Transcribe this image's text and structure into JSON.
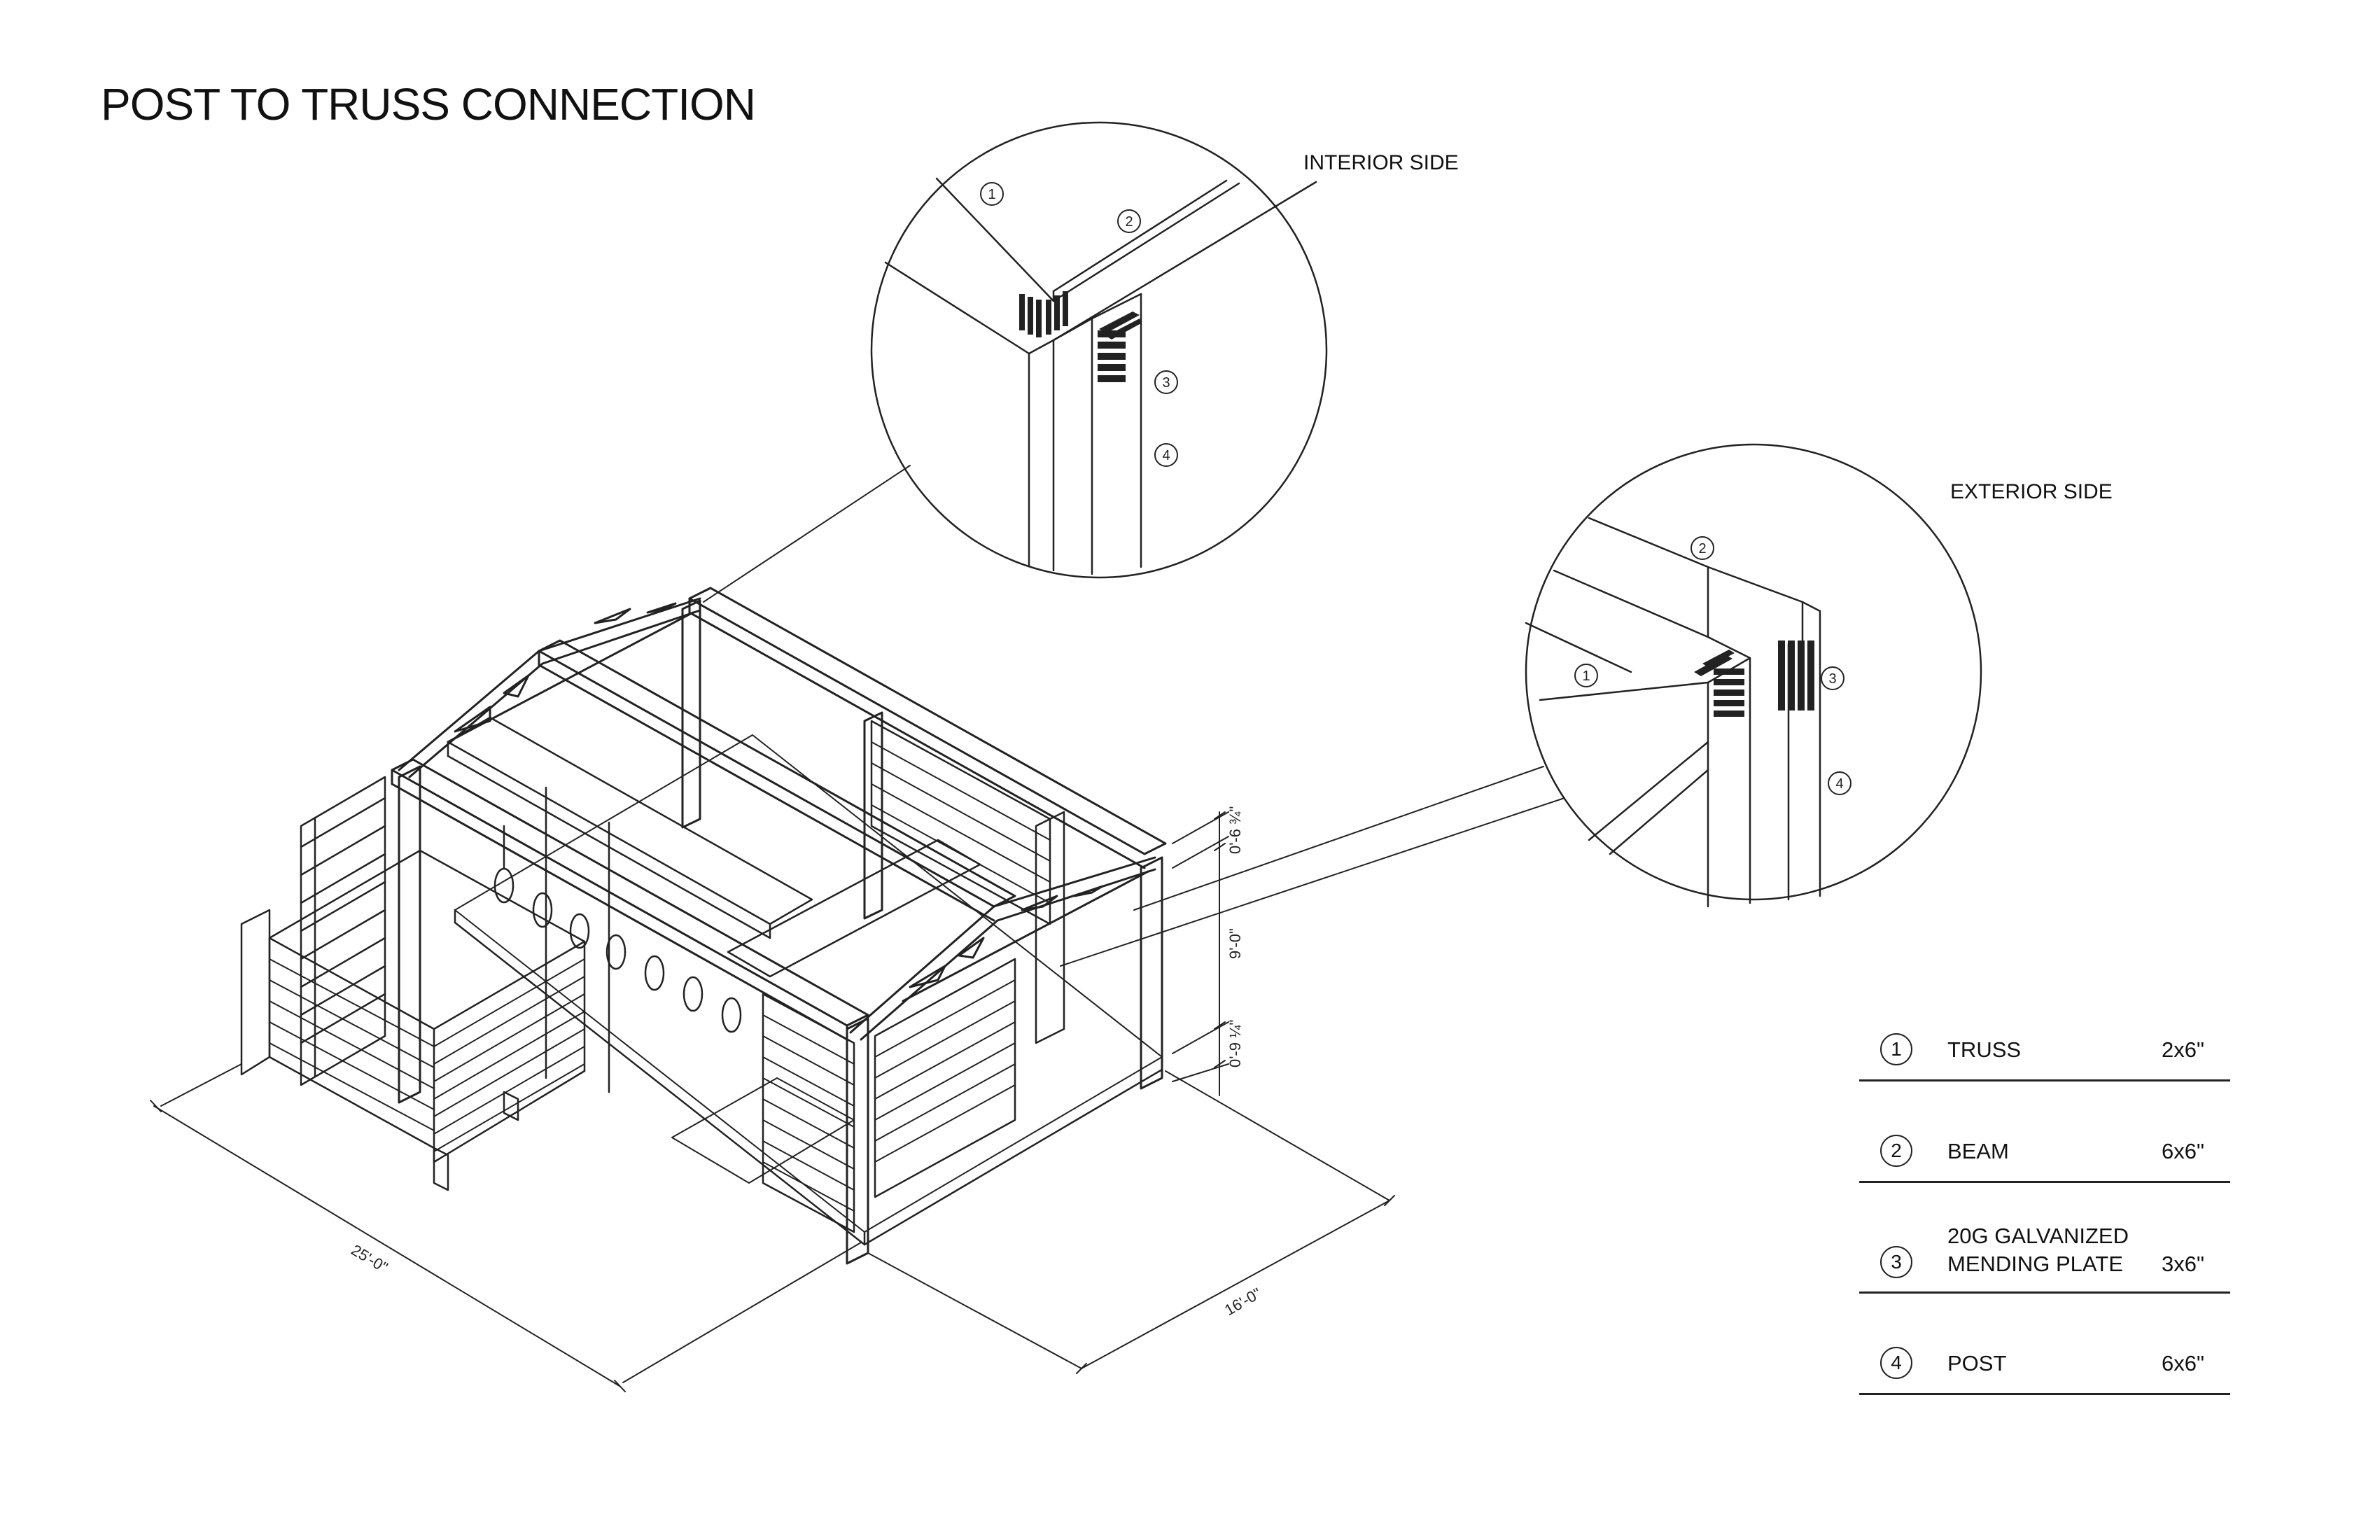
{
  "title": "POST TO TRUSS CONNECTION",
  "callouts": {
    "interior_label": "INTERIOR SIDE",
    "exterior_label": "EXTERIOR SIDE"
  },
  "dimensions": {
    "width": "25'-0\"",
    "depth": "16'-0\"",
    "height": "9'-0\"",
    "top_offset": "0'-6 ¾\"",
    "bottom_offset": "0'-9 ¼\""
  },
  "legend": [
    {
      "num": "1",
      "name": "TRUSS",
      "size": "2x6\""
    },
    {
      "num": "2",
      "name": "BEAM",
      "size": "6x6\""
    },
    {
      "num": "3",
      "name": "20G GALVANIZED\nMENDING PLATE",
      "size": "3x6\""
    },
    {
      "num": "4",
      "name": "POST",
      "size": "6x6\""
    }
  ]
}
